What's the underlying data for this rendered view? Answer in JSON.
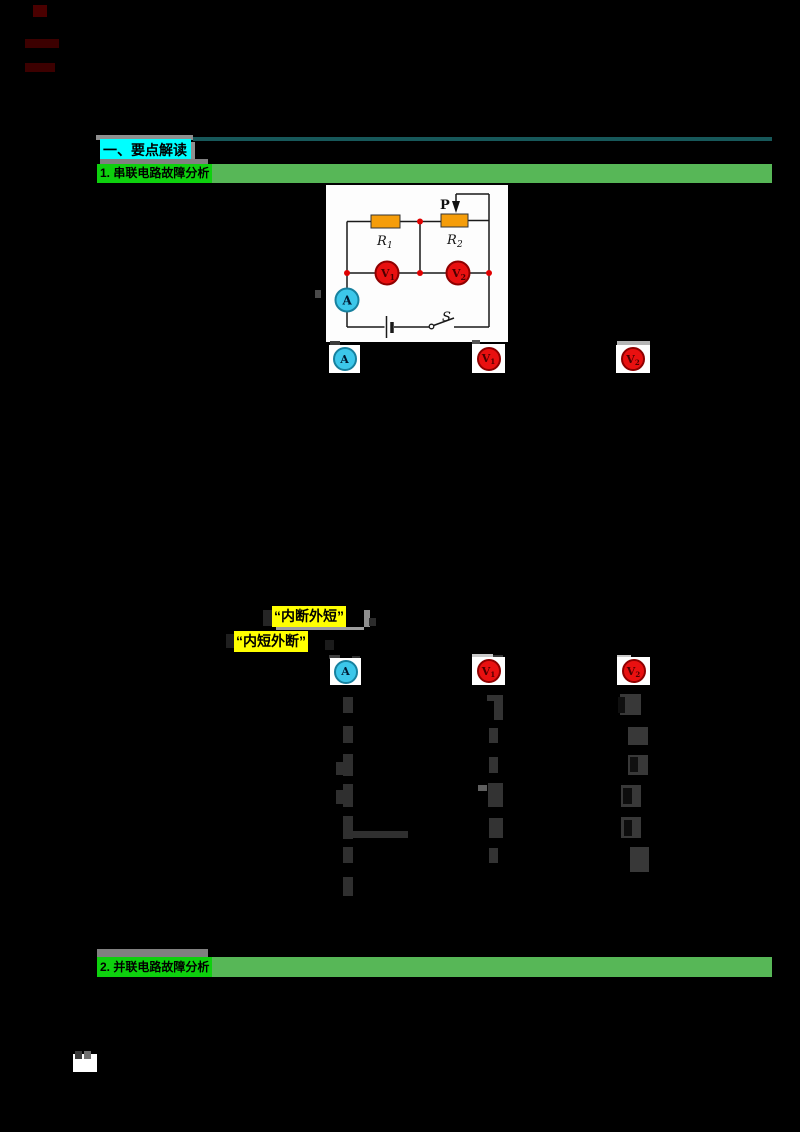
{
  "document": {
    "outline_header": "一、要点解读",
    "sections": [
      {
        "title": "1. 串联电路故障分析"
      },
      {
        "title": "2. 并联电路故障分析"
      }
    ],
    "highlights": [
      {
        "text": "“内断外短”"
      },
      {
        "text": "“内短外断”"
      }
    ]
  },
  "circuit": {
    "labels": {
      "pointer": "P",
      "r1_base": "R",
      "r1_sub": "1",
      "r2_base": "R",
      "r2_sub": "2",
      "switch": "S",
      "ammeter_base": "A",
      "v1_base": "V",
      "v1_sub": "1",
      "v2_base": "V",
      "v2_sub": "2"
    },
    "colors": {
      "resistor": "#f59d0a",
      "voltmeter": "#e91010",
      "ammeter": "#3cc7ea",
      "junction_dot": "#e00000",
      "wire": "#1a1a1a"
    }
  },
  "meter_legend": {
    "row1": [
      {
        "base": "A",
        "sub": "",
        "kind": "ammeter"
      },
      {
        "base": "V",
        "sub": "1",
        "kind": "voltmeter"
      },
      {
        "base": "V",
        "sub": "2",
        "kind": "voltmeter"
      }
    ],
    "row2": [
      {
        "base": "A",
        "sub": "",
        "kind": "ammeter"
      },
      {
        "base": "V",
        "sub": "1",
        "kind": "voltmeter"
      },
      {
        "base": "V",
        "sub": "2",
        "kind": "voltmeter"
      }
    ]
  },
  "theme": {
    "page_bg": "#000000",
    "header_bg": "#00ffff",
    "section_bar_bg": "#57b757",
    "section_title_bg": "#0ed00e",
    "highlight_bg": "#ffff00"
  }
}
